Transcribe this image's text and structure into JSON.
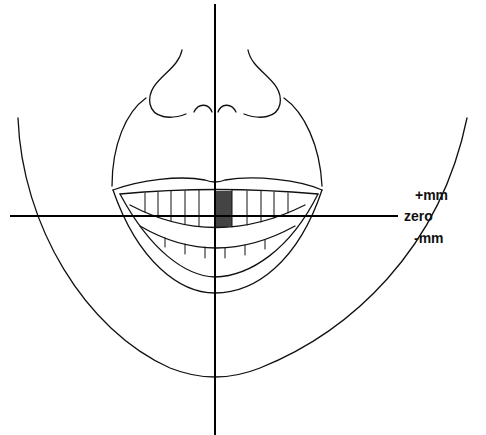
{
  "diagram": {
    "labels": [
      "+mm",
      "zero",
      "-mm"
    ]
  }
}
